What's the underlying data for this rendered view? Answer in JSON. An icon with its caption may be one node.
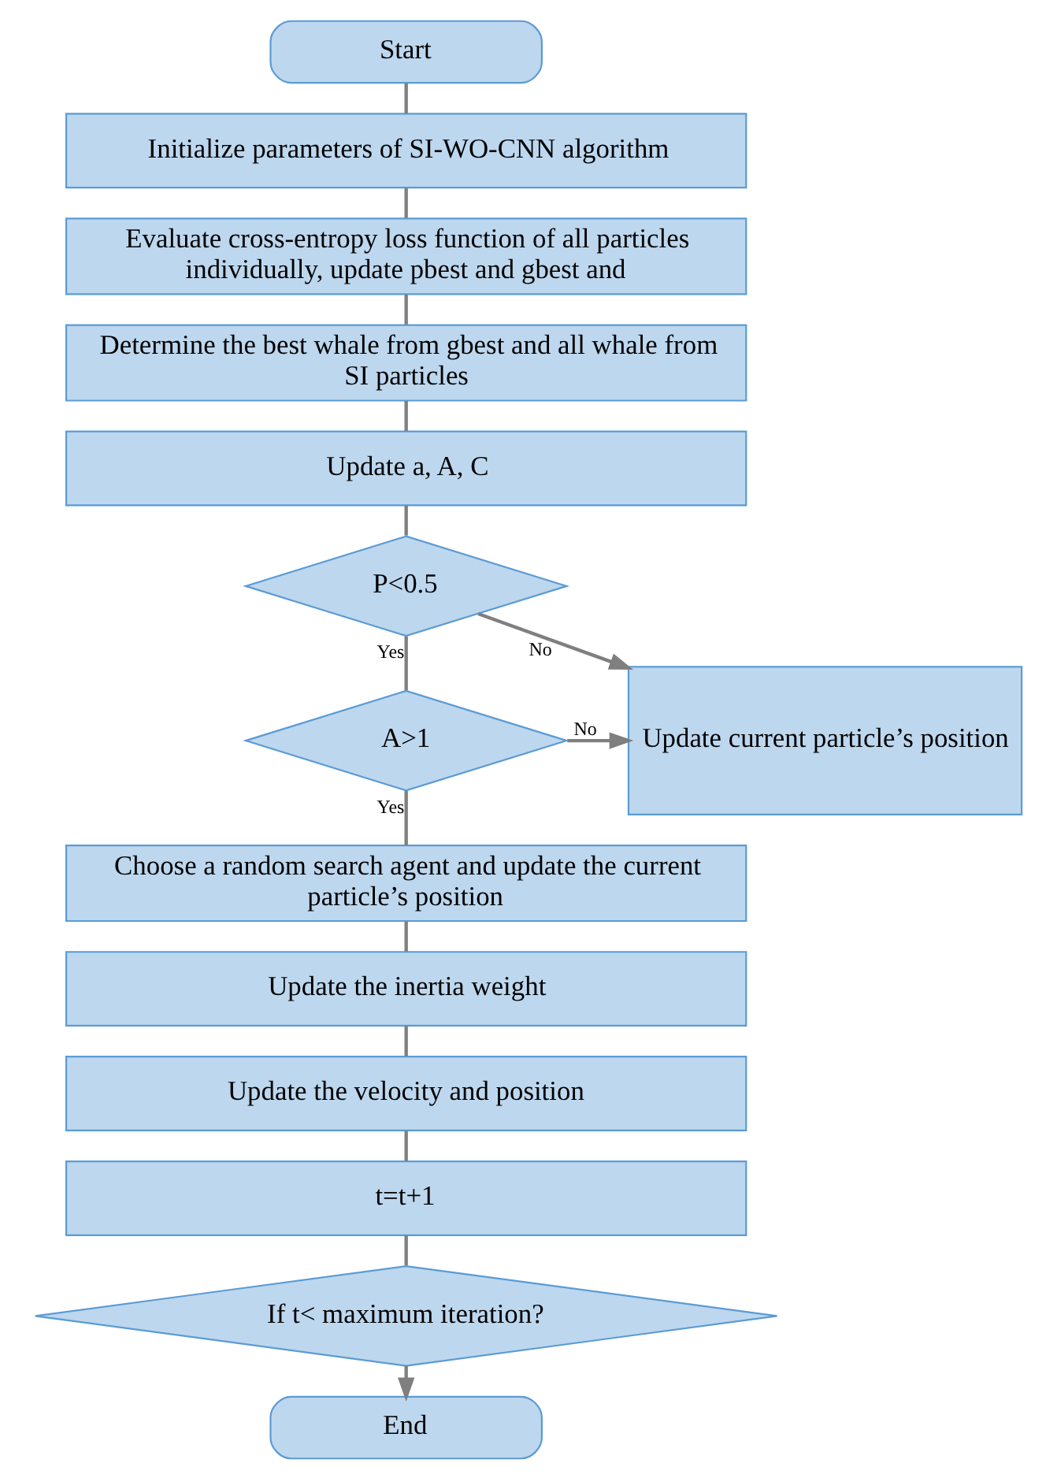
{
  "diagram": {
    "nodes": [
      {
        "text": [
          "Start"
        ]
      },
      {
        "text": [
          "Initialize parameters of SI-WO-CNN algorithm"
        ]
      },
      {
        "text": [
          "Evaluate cross-entropy loss function of all particles individually, update pbest and gbest and"
        ]
      },
      {
        "text": [
          "Determine the best whale from gbest and all whale from SI particles"
        ]
      },
      {
        "text": [
          "Update a, A, C"
        ]
      },
      {
        "text": [
          "P<0.5"
        ]
      },
      {
        "text": [
          "A>1"
        ]
      },
      {
        "text": [
          "Update current particle’s position"
        ]
      },
      {
        "text": [
          "Choose a random search agent and update the current particle’s position"
        ]
      },
      {
        "text": [
          "Update the inertia weight"
        ]
      },
      {
        "text": [
          "Update the velocity and position"
        ]
      },
      {
        "text": [
          "t=t+1"
        ]
      },
      {
        "text": [
          "If t< maximum iteration?"
        ]
      },
      {
        "text": [
          "End"
        ]
      }
    ],
    "edges": [
      {
        "from": 0,
        "to": 1,
        "arrow": "none"
      },
      {
        "from": 1,
        "to": 2,
        "arrow": "none"
      },
      {
        "from": 2,
        "to": 3,
        "arrow": "none"
      },
      {
        "from": 3,
        "to": 4,
        "arrow": "none"
      },
      {
        "from": 4,
        "to": 5,
        "arrow": "none"
      },
      {
        "from": 5,
        "to": 6,
        "arrow": "none",
        "label": "Yes"
      },
      {
        "from": 5,
        "to": 7,
        "arrow": "to",
        "label": "No"
      },
      {
        "from": 6,
        "to": 7,
        "arrow": "to",
        "label": "No"
      },
      {
        "from": 6,
        "to": 8,
        "arrow": "none",
        "label": "Yes"
      },
      {
        "from": 8,
        "to": 9,
        "arrow": "none"
      },
      {
        "from": 9,
        "to": 10,
        "arrow": "none"
      },
      {
        "from": 10,
        "to": 11,
        "arrow": "none"
      },
      {
        "from": 11,
        "to": 12,
        "arrow": "none"
      },
      {
        "from": 12,
        "to": 13,
        "arrow": "to"
      }
    ]
  }
}
